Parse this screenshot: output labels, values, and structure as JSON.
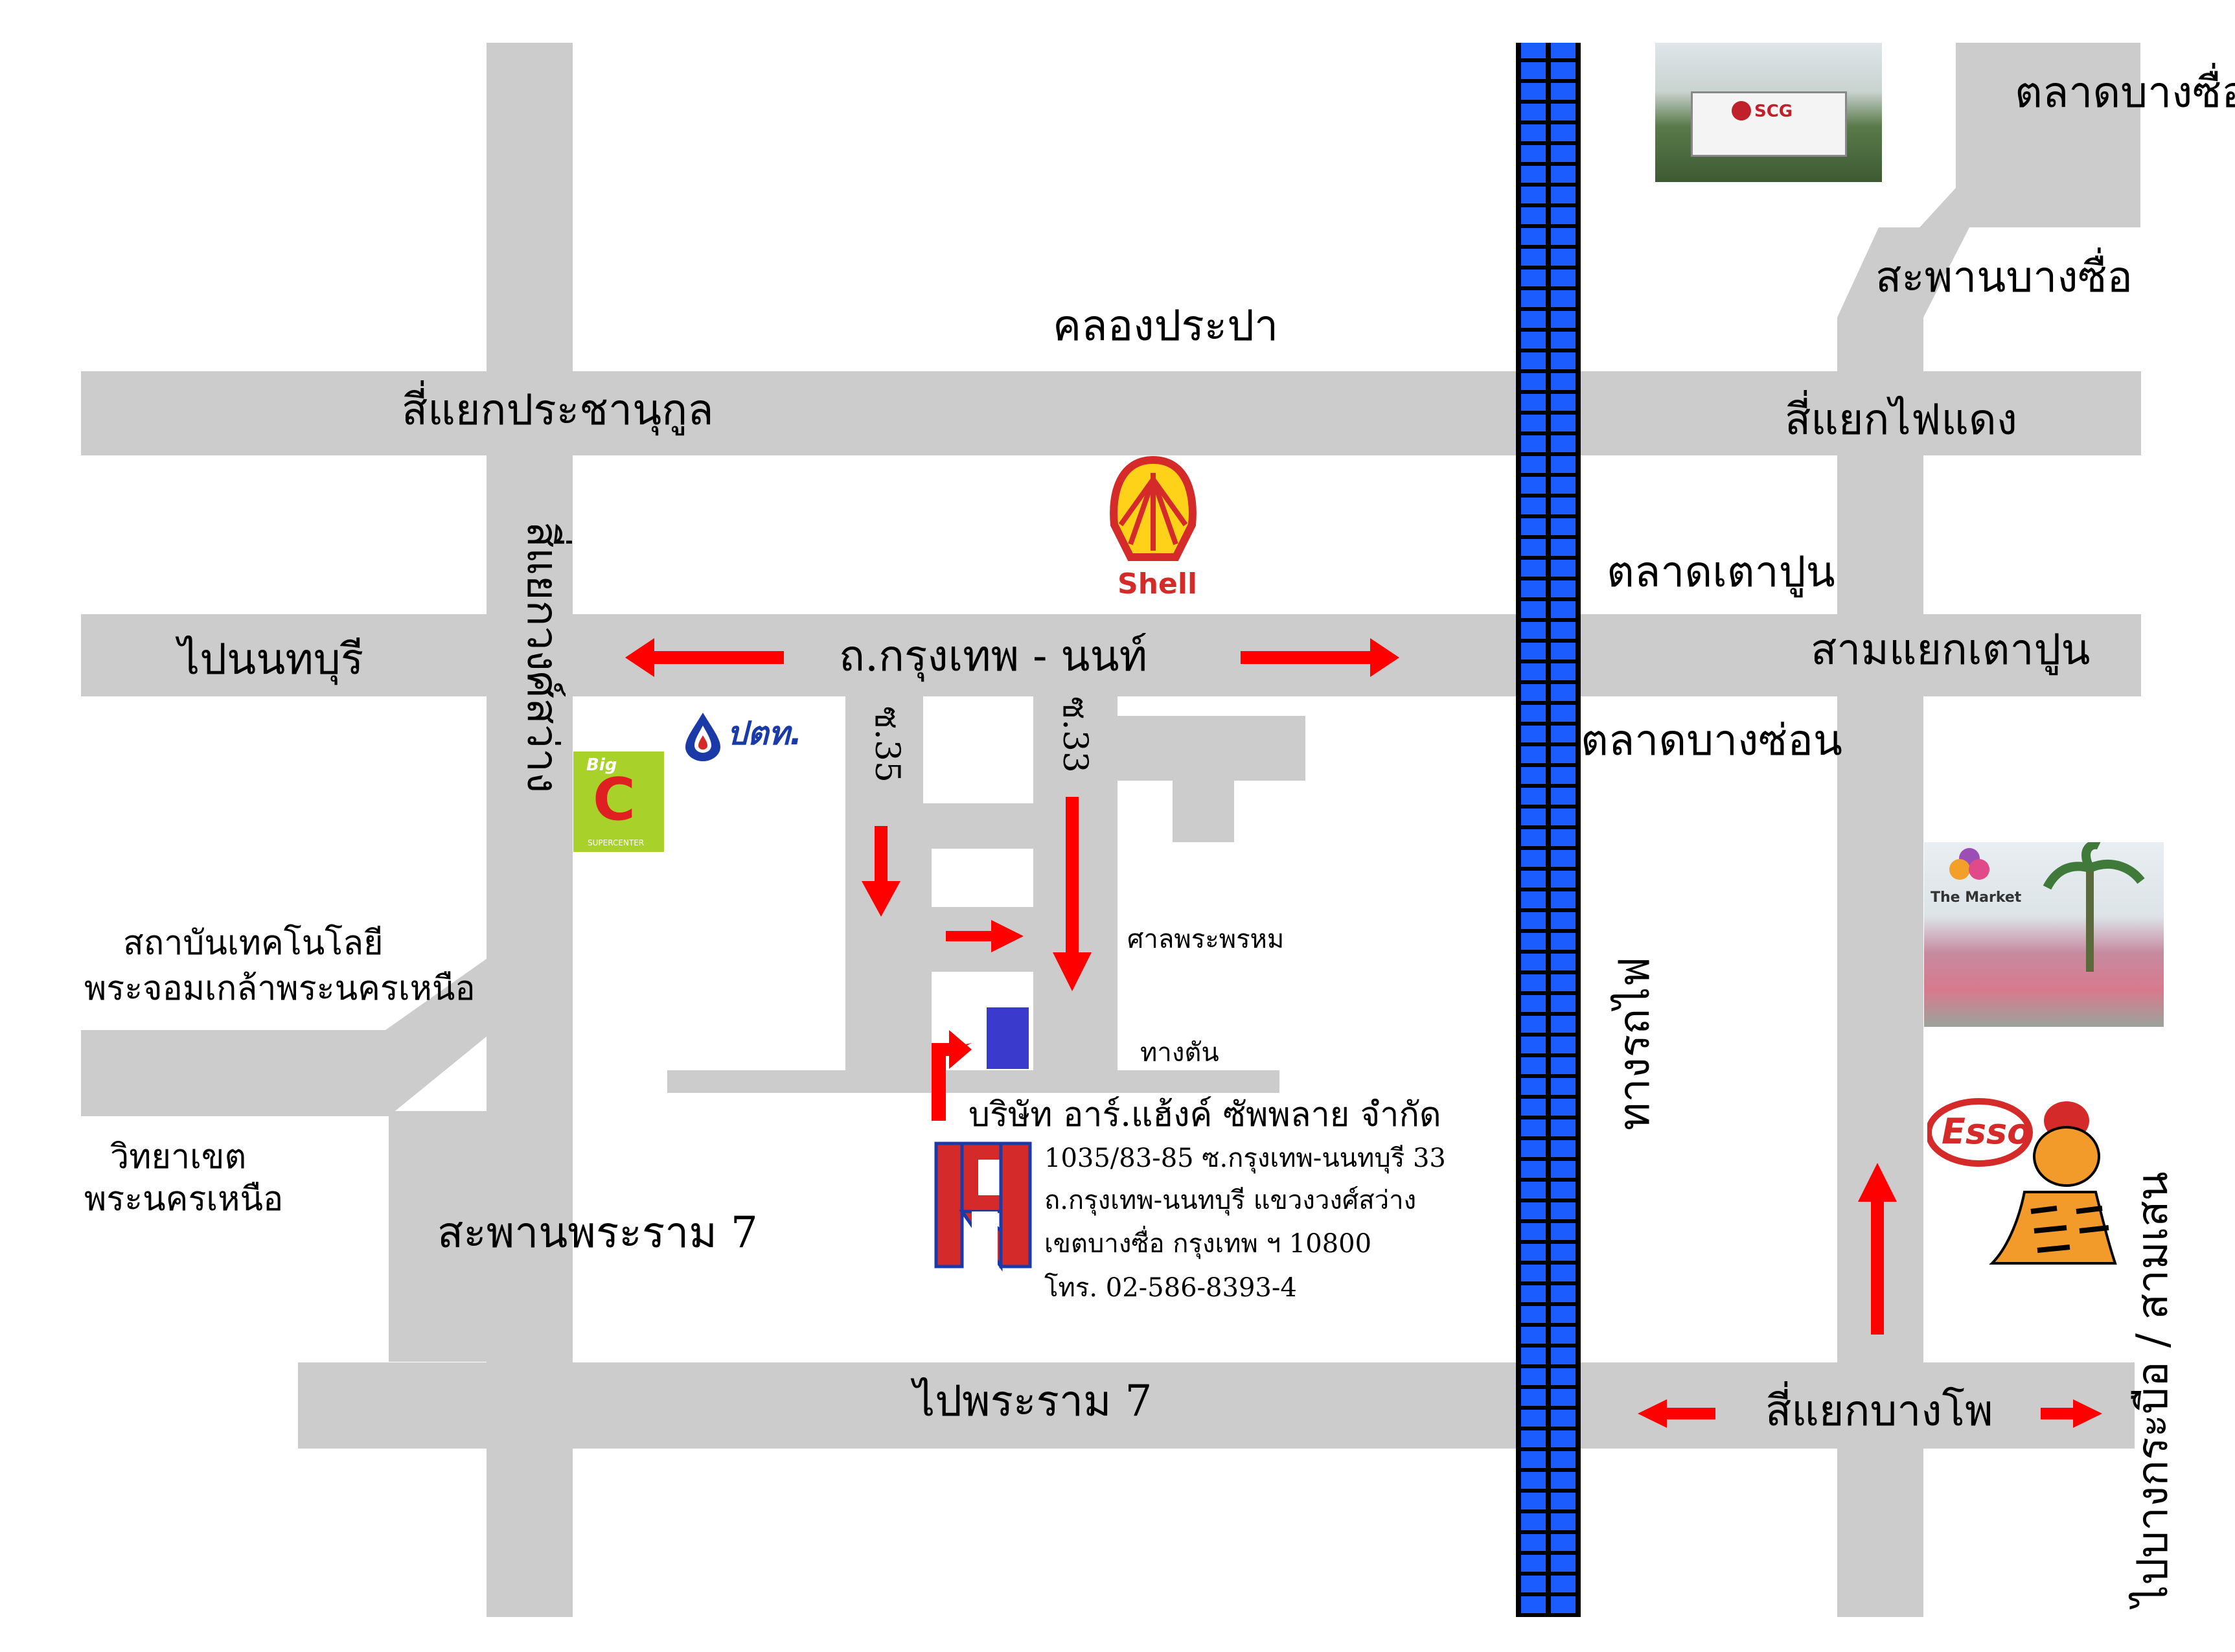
{
  "labels": {
    "talad_bangsue": "ตลาดบางซื่อ",
    "saphan_bangsue": "สะพานบางซื่อ",
    "khlong_prapa": "คลองประปา",
    "siyaek_prachanukul": "สี่แยกประชานุกูล",
    "siyaek_faidaeng": "สี่แยกไฟแดง",
    "talad_taopun": "ตลาดเตาปูน",
    "samyaek_taopun": "สามแยกเตาปูน",
    "pai_nonthaburi": "ไปนนทบุรี",
    "road_bkk_non": "ถ.กรุงเทพ - นนท์",
    "siyaek_wongsawang": "สี่แยกวงศ์สว่าง",
    "talad_bangson": "ตลาดบางซ่อน",
    "soi35": "ซ.35",
    "soi33": "ซ.33",
    "san_phra_phrom": "ศาลพระพรหม",
    "dead_end": "ทางตัน",
    "kmitl_1": "สถาบันเทคโนโลยี",
    "kmitl_2": "พระจอมเกล้าพระนครเหนือ",
    "vitayakhet_1": "วิทยาเขต",
    "vitayakhet_2": "พระนครเหนือ",
    "saphan_rama7": "สะพานพระราม 7",
    "railway": "ทางรถไฟ",
    "pai_rama7": "ไปพระราม 7",
    "siyaek_bangpho": "สี่แยกบางโพ",
    "pai_bangkrabue": "ไปบางกระบือ / สามเสน"
  },
  "company": {
    "name": "บริษัท อาร์.แฮ้งค์ ซัพพลาย จำกัด",
    "addr1": "1035/83-85  ซ.กรุงเทพ-นนทบุรี 33",
    "addr2": "ถ.กรุงเทพ-นนทบุรี  แขวงวงศ์สว่าง",
    "addr3": "เขตบางซื่อ  กรุงเทพ ฯ  10800",
    "phone": "โทร. 02-586-8393-4"
  },
  "logos": {
    "shell": "Shell",
    "ptt": "ปตท.",
    "bigc_big": "Big",
    "bigc_c": "C",
    "bigc_sub": "SUPERCENTER",
    "scg": "SCG",
    "market": "The Market",
    "esso": "Esso"
  },
  "colors": {
    "road": "#cccccc",
    "arrow": "#ff0000",
    "rail": "#1a5cff",
    "company_block": "#3a3acc",
    "logo_red": "#d42a2a",
    "logo_blue": "#1a3aa8"
  }
}
